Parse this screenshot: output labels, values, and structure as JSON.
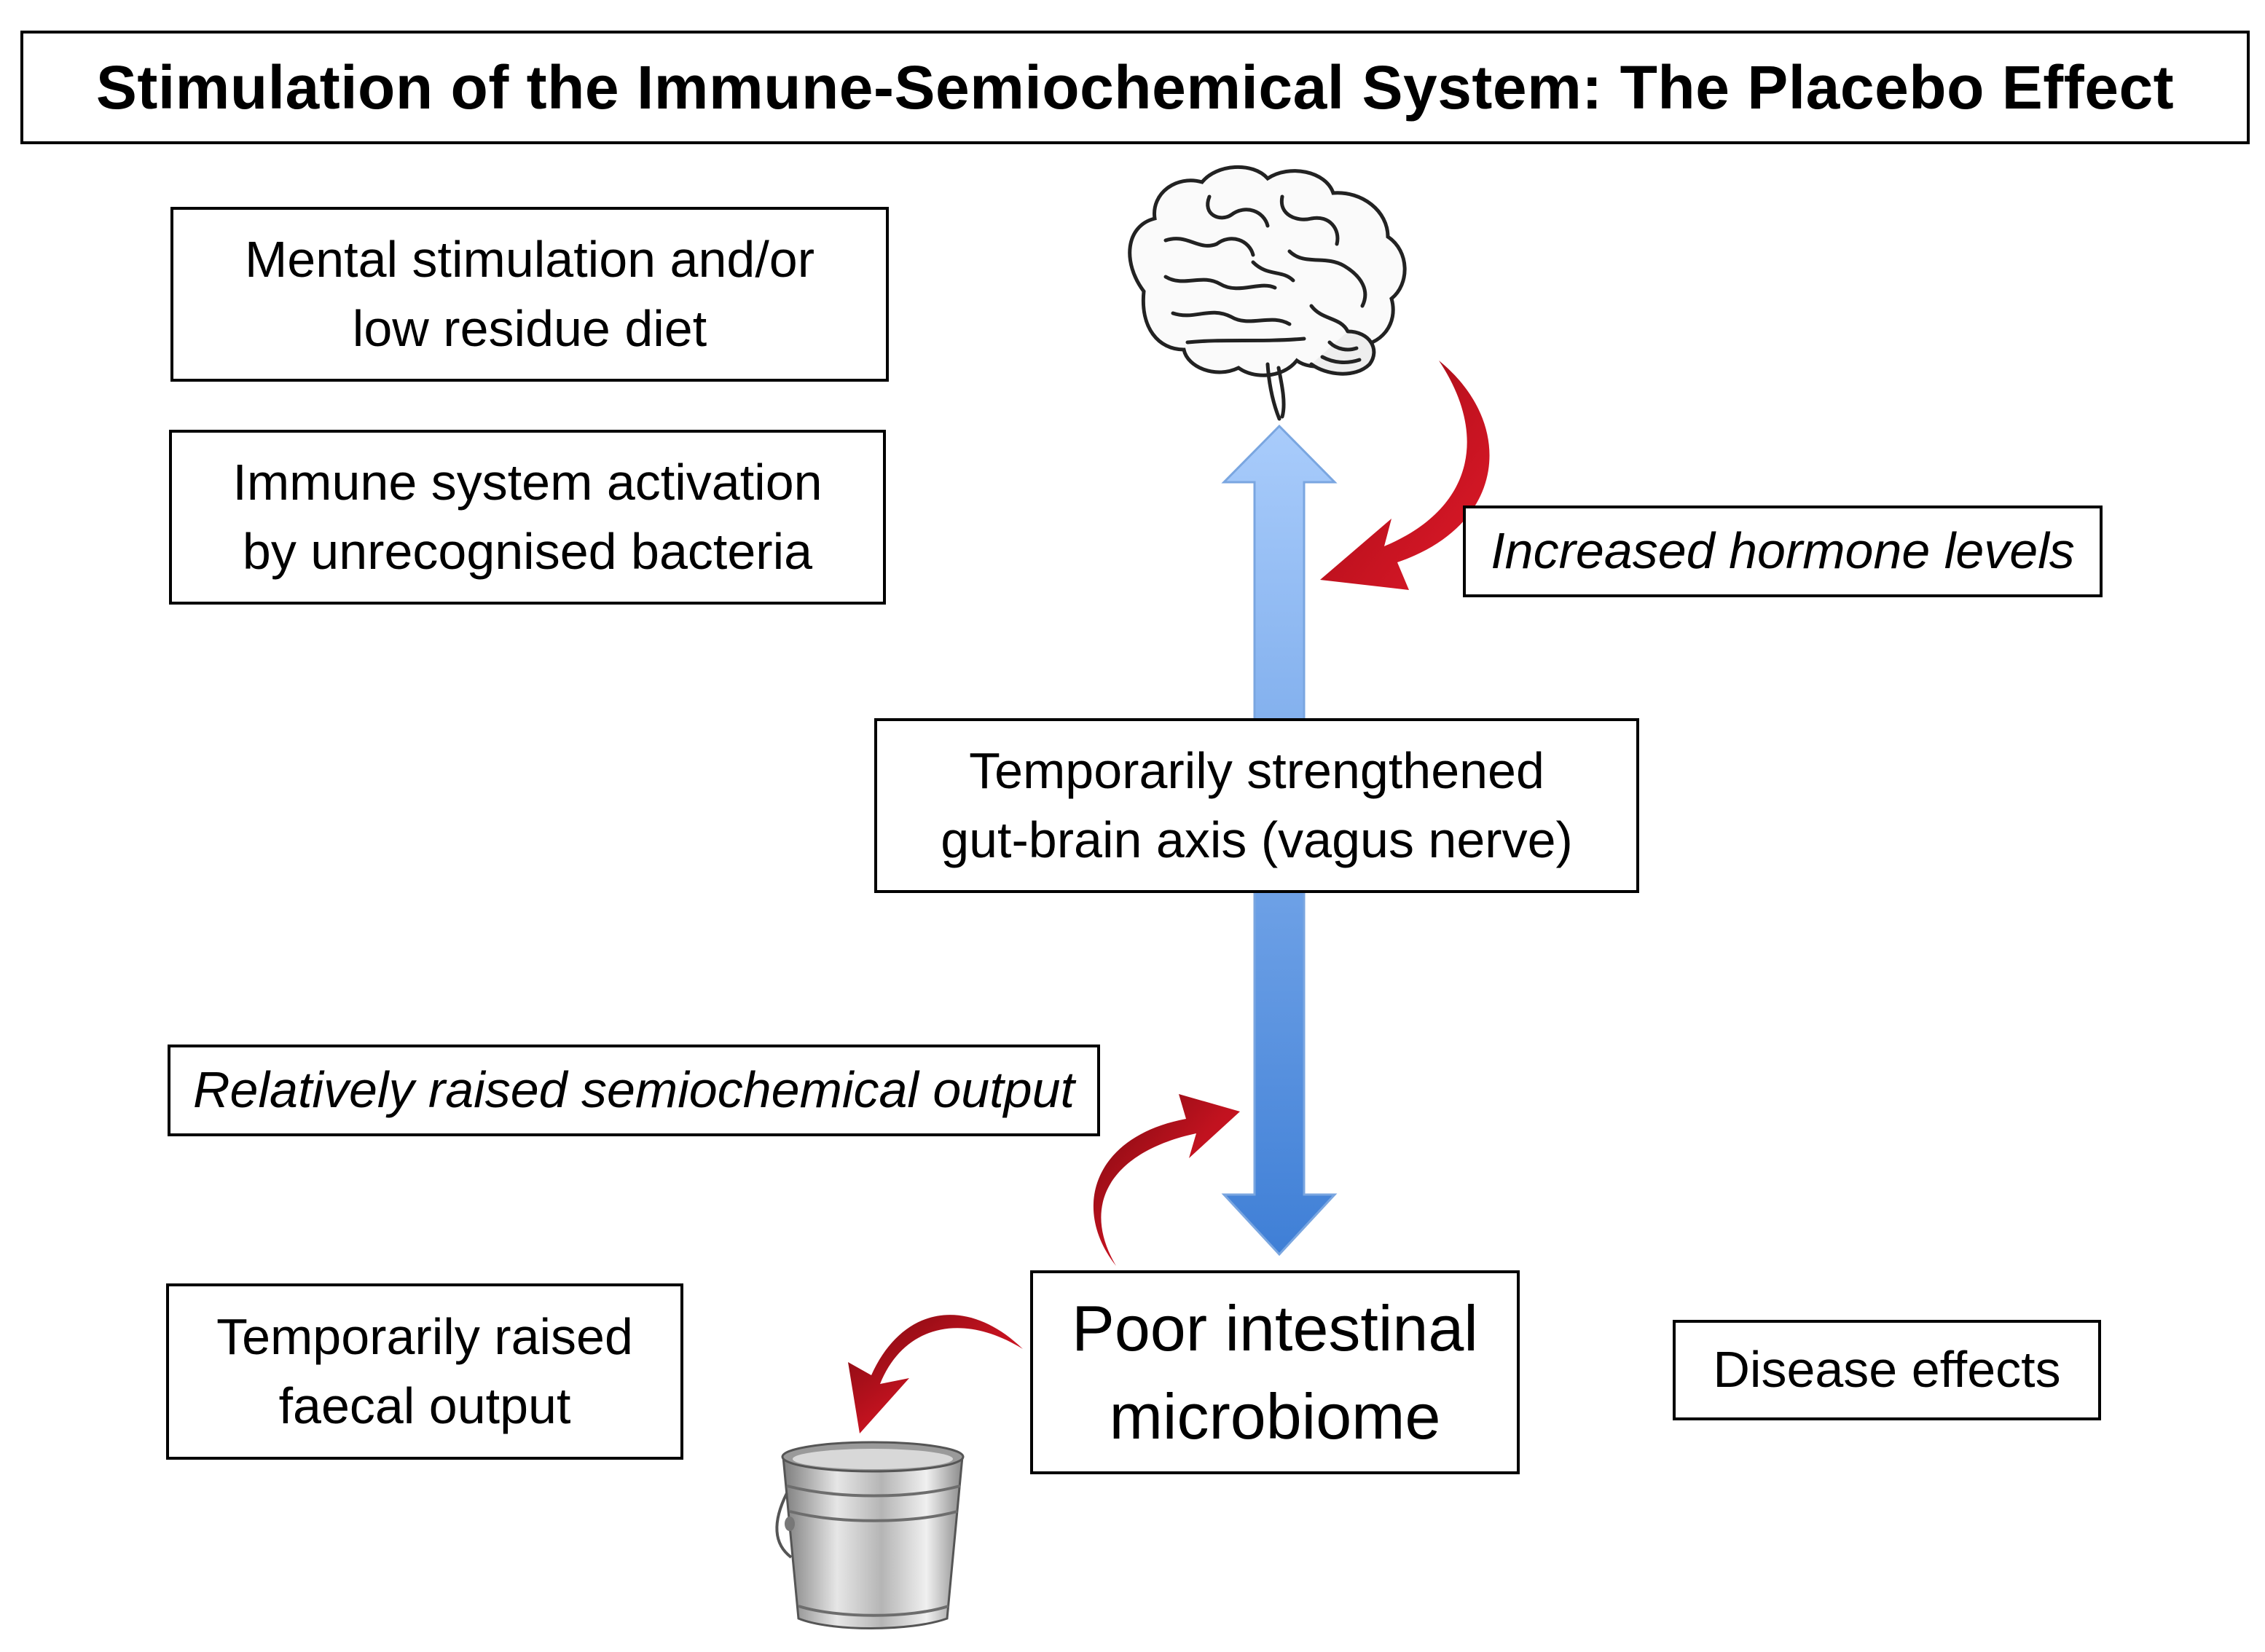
{
  "title": "Stimulation of the Immune-Semiochemical System: The Placebo Effect",
  "boxes": {
    "mental_stimulation": "Mental stimulation and/or\nlow residue diet",
    "immune_activation": "Immune system activation\nby unrecognised bacteria",
    "increased_hormones": "Increased hormone levels",
    "gut_brain_axis": "Temporarily strengthened\ngut-brain axis (vagus nerve)",
    "semiochemical_output": "Relatively raised semiochemical output",
    "faecal_output": "Temporarily raised\nfaecal output",
    "poor_microbiome": "Poor intestinal\nmicrobiome",
    "disease_effects": "Disease effects"
  },
  "colors": {
    "axis_arrow_top": "#a9ccfb",
    "axis_arrow_bottom": "#3f7fd6",
    "curved_arrow": "#c1121f",
    "curved_arrow_dark": "#7a0a10",
    "border": "#000000"
  },
  "icons": {
    "brain": "brain-icon",
    "bucket": "bucket-icon"
  }
}
